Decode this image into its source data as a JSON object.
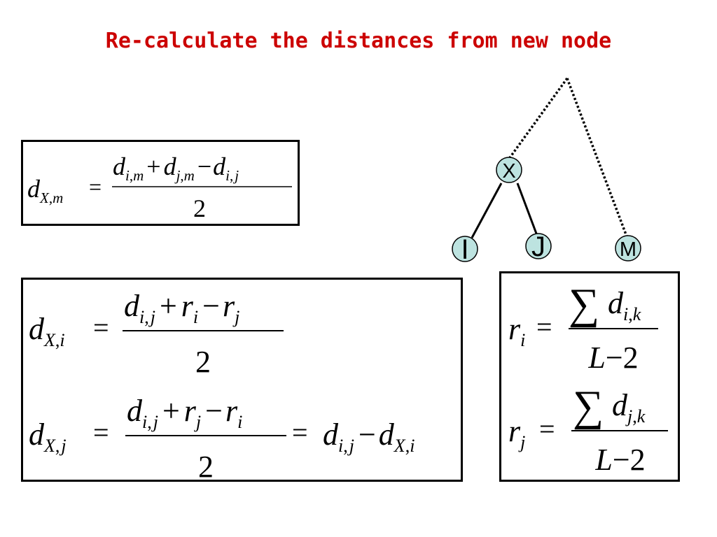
{
  "title": "Re-calculate the distances from new node",
  "colors": {
    "title": "#cc0000",
    "node_fill": "#bde3e0",
    "line": "#000000",
    "box_border": "#000000"
  },
  "tree": {
    "nodes": [
      {
        "id": "X",
        "label": "X"
      },
      {
        "id": "I",
        "label": "I"
      },
      {
        "id": "J",
        "label": "J"
      },
      {
        "id": "M",
        "label": "M"
      }
    ]
  },
  "formulas": {
    "dxm": "d_{X,m} = (d_{i,m} + d_{j,m} - d_{i,j}) / 2",
    "dxi": "d_{X,i} = (d_{i,j} + r_i - r_j) / 2",
    "dxj": "d_{X,j} = (d_{i,j} + r_j - r_i) / 2 = d_{i,j} - d_{X,i}",
    "ri": "r_i = (Σ d_{i,k}) / (L - 2)",
    "rj": "r_j = (Σ d_{j,k}) / (L - 2)"
  }
}
